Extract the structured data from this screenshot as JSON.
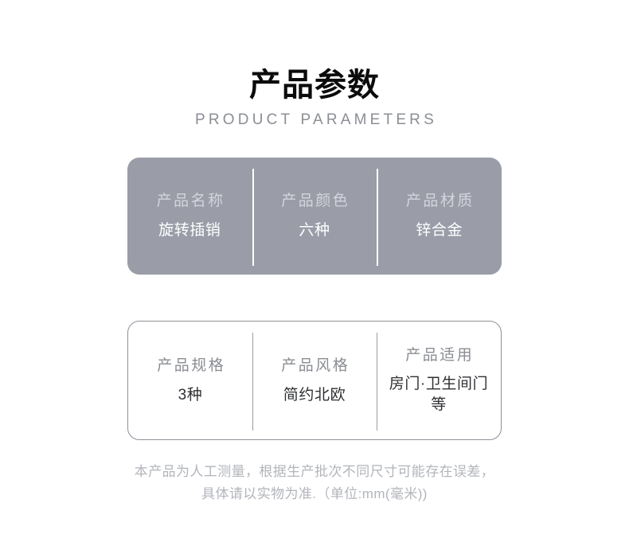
{
  "header": {
    "title": "产品参数",
    "subtitle": "PRODUCT PARAMETERS"
  },
  "colors": {
    "panel_gray_bg": "#9a9da8",
    "panel_gray_label": "#d2d5dc",
    "panel_gray_value": "#ffffff",
    "panel_white_border": "#8d9097",
    "panel_white_label": "#8a8d93",
    "panel_white_value": "#2f3033",
    "title": "#0b0b0b",
    "subtitle": "#8b8e95",
    "footer": "#b2b5bb",
    "page_bg": "#ffffff"
  },
  "panels": [
    {
      "style": "filled-gray",
      "columns": [
        {
          "label": "产品名称",
          "value": "旋转插销"
        },
        {
          "label": "产品颜色",
          "value": "六种"
        },
        {
          "label": "产品材质",
          "value": "锌合金"
        }
      ]
    },
    {
      "style": "outlined-white",
      "columns": [
        {
          "label": "产品规格",
          "value": "3种"
        },
        {
          "label": "产品风格",
          "value": "简约北欧"
        },
        {
          "label": "产品适用",
          "value": "房门·卫生间门等"
        }
      ]
    }
  ],
  "footer": {
    "line1": "本产品为人工测量，根据生产批次不同尺寸可能存在误差，",
    "line2": "具体请以实物为准.（单位:mm(毫米))"
  }
}
